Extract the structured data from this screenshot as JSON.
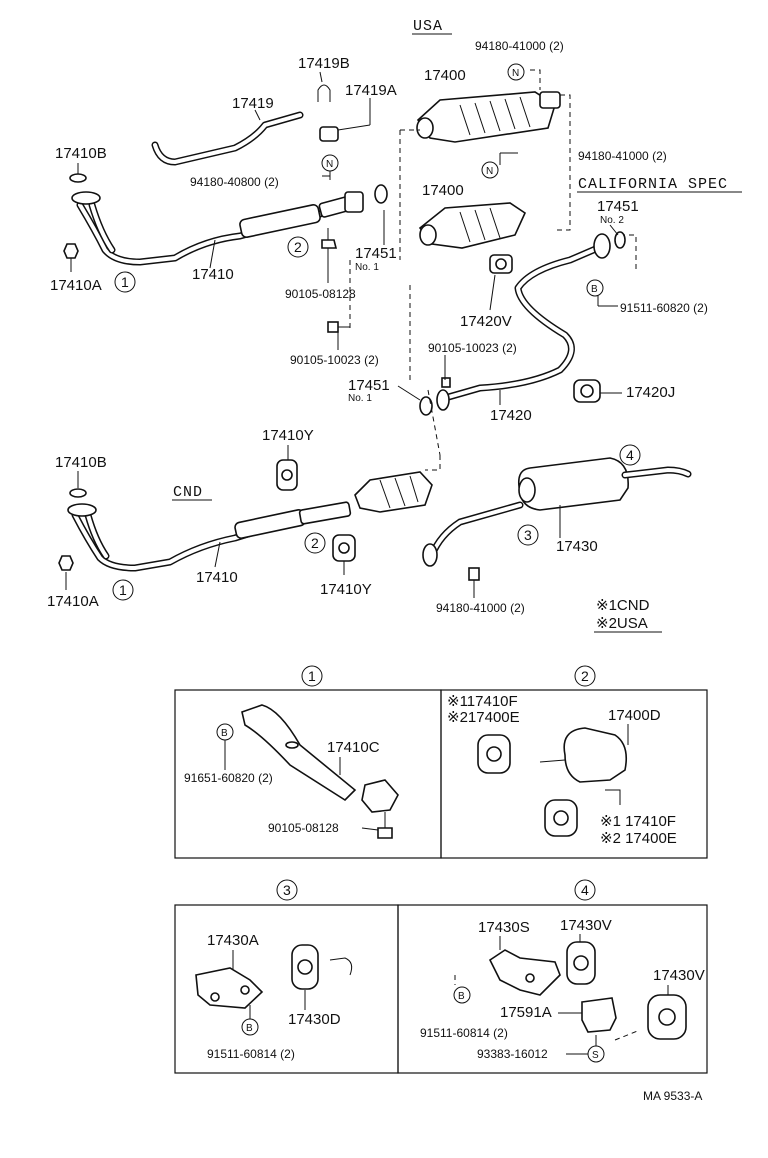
{
  "headers": {
    "usa": "USA",
    "california": "CALIFORNIA SPEC",
    "cnd": "CND"
  },
  "labels": {
    "p17419B": "17419B",
    "p17419": "17419",
    "p17419A": "17419A",
    "p17400_top": "17400",
    "p94180_41000_a": "94180-41000 (2)",
    "p94180_41000_b": "94180-41000 (2)",
    "p17400_mid": "17400",
    "p17410B_top": "17410B",
    "p94180_40800": "94180-40800 (2)",
    "p17451_a": "17451",
    "no1_a": "No. 1",
    "p17451_b": "17451",
    "no2": "No. 2",
    "p17410A_top": "17410A",
    "p17410_top": "17410",
    "p90105_08128_top": "90105-08128",
    "p91511_60820": "91511-60820 (2)",
    "p17420V": "17420V",
    "p90105_10023_a": "90105-10023 (2)",
    "p90105_10023_b": "90105-10023 (2)",
    "p17451_c": "17451",
    "no1_c": "No. 1",
    "p17420": "17420",
    "p17420J": "17420J",
    "p17410Y_top": "17410Y",
    "p17410B_bot": "17410B",
    "p17410A_bot": "17410A",
    "p17410_bot": "17410",
    "p17410Y_bot": "17410Y",
    "p17430": "17430",
    "p94180_41000_c": "94180-41000 (2)",
    "legend1": "※1CND",
    "legend2": "※2USA"
  },
  "detail1": {
    "num": "1",
    "p91651": "91651-60820 (2)",
    "p17410C": "17410C",
    "p90105": "90105-08128"
  },
  "detail2": {
    "num": "2",
    "note_a1": "※117410F",
    "note_a2": "※217400E",
    "p17400D": "17400D",
    "note_b1": "※1 17410F",
    "note_b2": "※2 17400E"
  },
  "detail3": {
    "num": "3",
    "p17430A": "17430A",
    "p17430D": "17430D",
    "p91511": "91511-60814 (2)"
  },
  "detail4": {
    "num": "4",
    "p17430S": "17430S",
    "p17430V_a": "17430V",
    "p17430V_b": "17430V",
    "p17591A": "17591A",
    "p91511": "91511-60814 (2)",
    "p93383": "93383-16012"
  },
  "callouts": {
    "c1": "1",
    "c2": "2",
    "c3": "3",
    "c4": "4",
    "b": "B",
    "n": "N",
    "s": "S"
  },
  "footer": {
    "code": "MA 9533-A"
  }
}
